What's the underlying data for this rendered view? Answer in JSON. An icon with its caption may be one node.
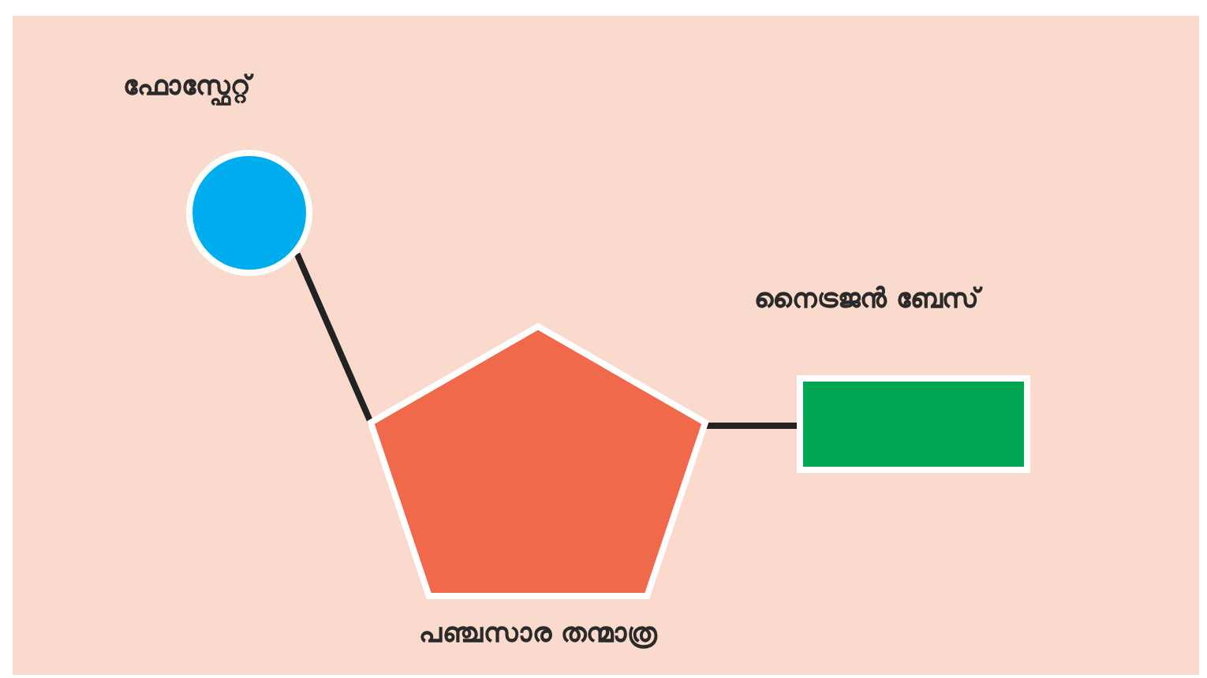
{
  "diagram": {
    "nodes": [
      {
        "text": [
          "ഫോസ്ഫേറ്റ്"
        ]
      },
      {
        "text": [
          "പഞ്ചസാര തന്മാത്ര"
        ]
      },
      {
        "text": [
          "നൈട്രജൻ ബേസ്"
        ]
      }
    ],
    "edges": [
      {
        "from": 0,
        "to": 1,
        "arrow": "none"
      },
      {
        "from": 1,
        "to": 2,
        "arrow": "none"
      }
    ]
  }
}
